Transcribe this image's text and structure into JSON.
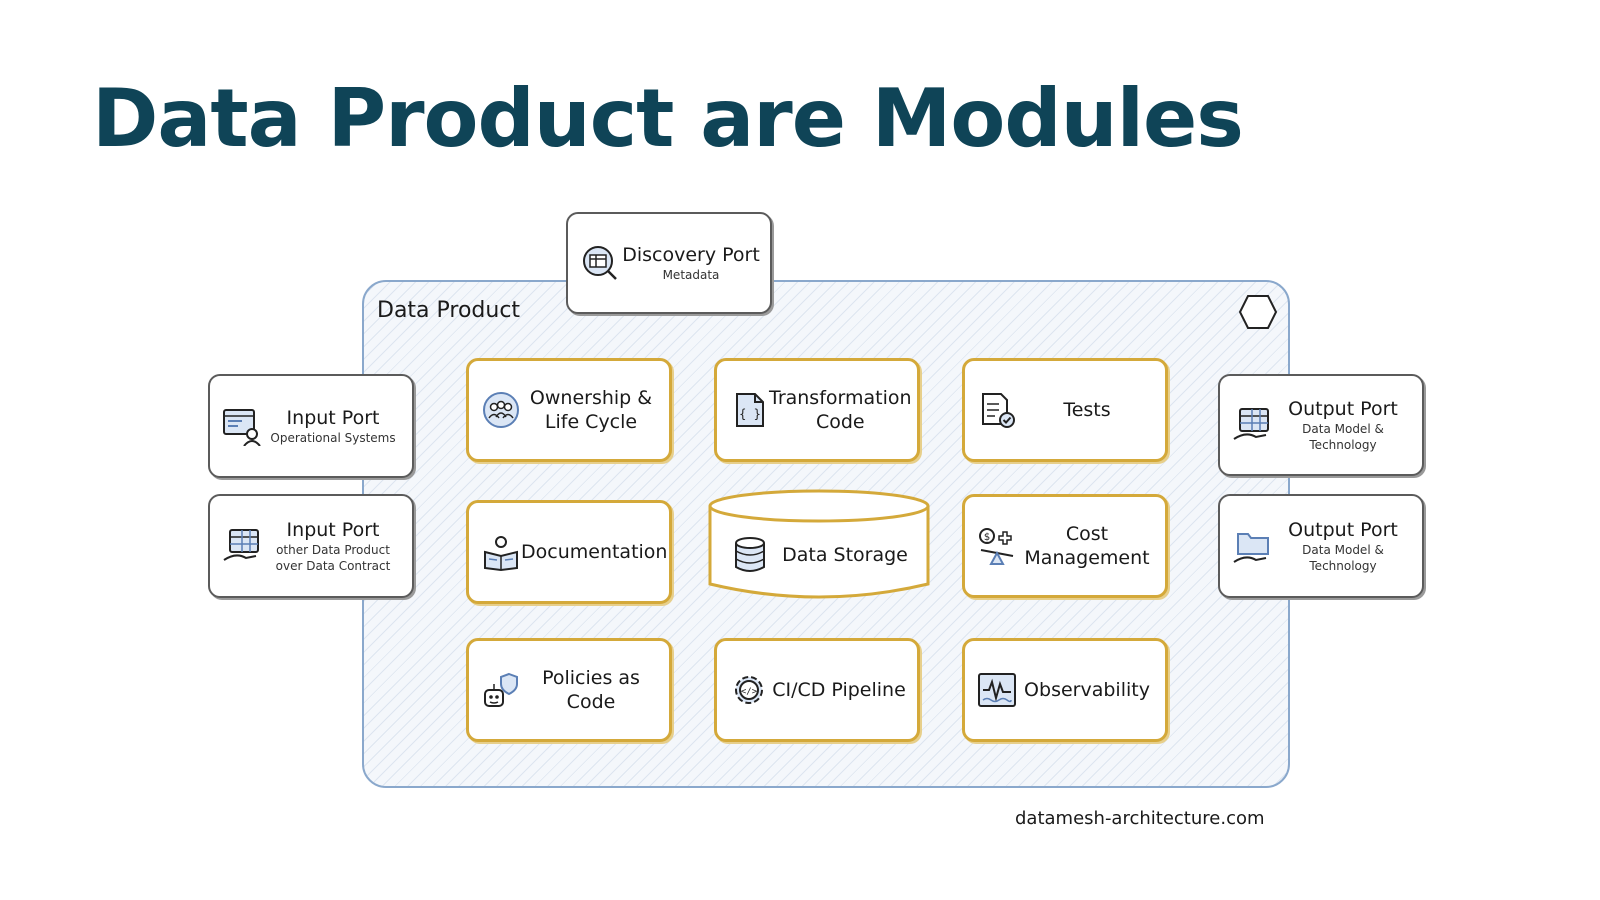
{
  "title": "Data Product are Modules",
  "container_label": "Data Product",
  "discovery_port": {
    "main": "Discovery Port",
    "sub": "Metadata"
  },
  "input_ports": [
    {
      "main": "Input Port",
      "sub": "Operational Systems"
    },
    {
      "main": "Input Port",
      "sub": "other Data Product over Data Contract"
    }
  ],
  "output_ports": [
    {
      "main": "Output Port",
      "sub": "Data Model & Technology"
    },
    {
      "main": "Output Port",
      "sub": "Data Model & Technology"
    }
  ],
  "modules": {
    "ownership": "Ownership & Life Cycle",
    "transformation": "Transformation Code",
    "tests": "Tests",
    "documentation": "Documentation",
    "data_storage": "Data Storage",
    "cost": "Cost Management",
    "policies": "Policies as Code",
    "cicd": "CI/CD Pipeline",
    "observability": "Observability"
  },
  "footer": "datamesh-architecture.com",
  "colors": {
    "title": "#0f4457",
    "module_border": "#d4a93a",
    "port_border": "#5b5b5b",
    "container_border": "#8aa8cc",
    "icon_accent": "#5b7fb5"
  },
  "icons": {
    "discovery_port": "search-table-icon",
    "input_port_1": "system-user-icon",
    "input_port_2": "table-hand-icon",
    "output_port_1": "table-hand-icon",
    "output_port_2": "folder-hand-icon",
    "ownership": "people-group-icon",
    "transformation": "code-file-icon",
    "tests": "checklist-icon",
    "documentation": "reading-person-icon",
    "data_storage": "database-icon",
    "cost": "dollar-balance-icon",
    "policies": "robot-shield-icon",
    "cicd": "gear-code-icon",
    "observability": "monitor-wave-icon"
  }
}
